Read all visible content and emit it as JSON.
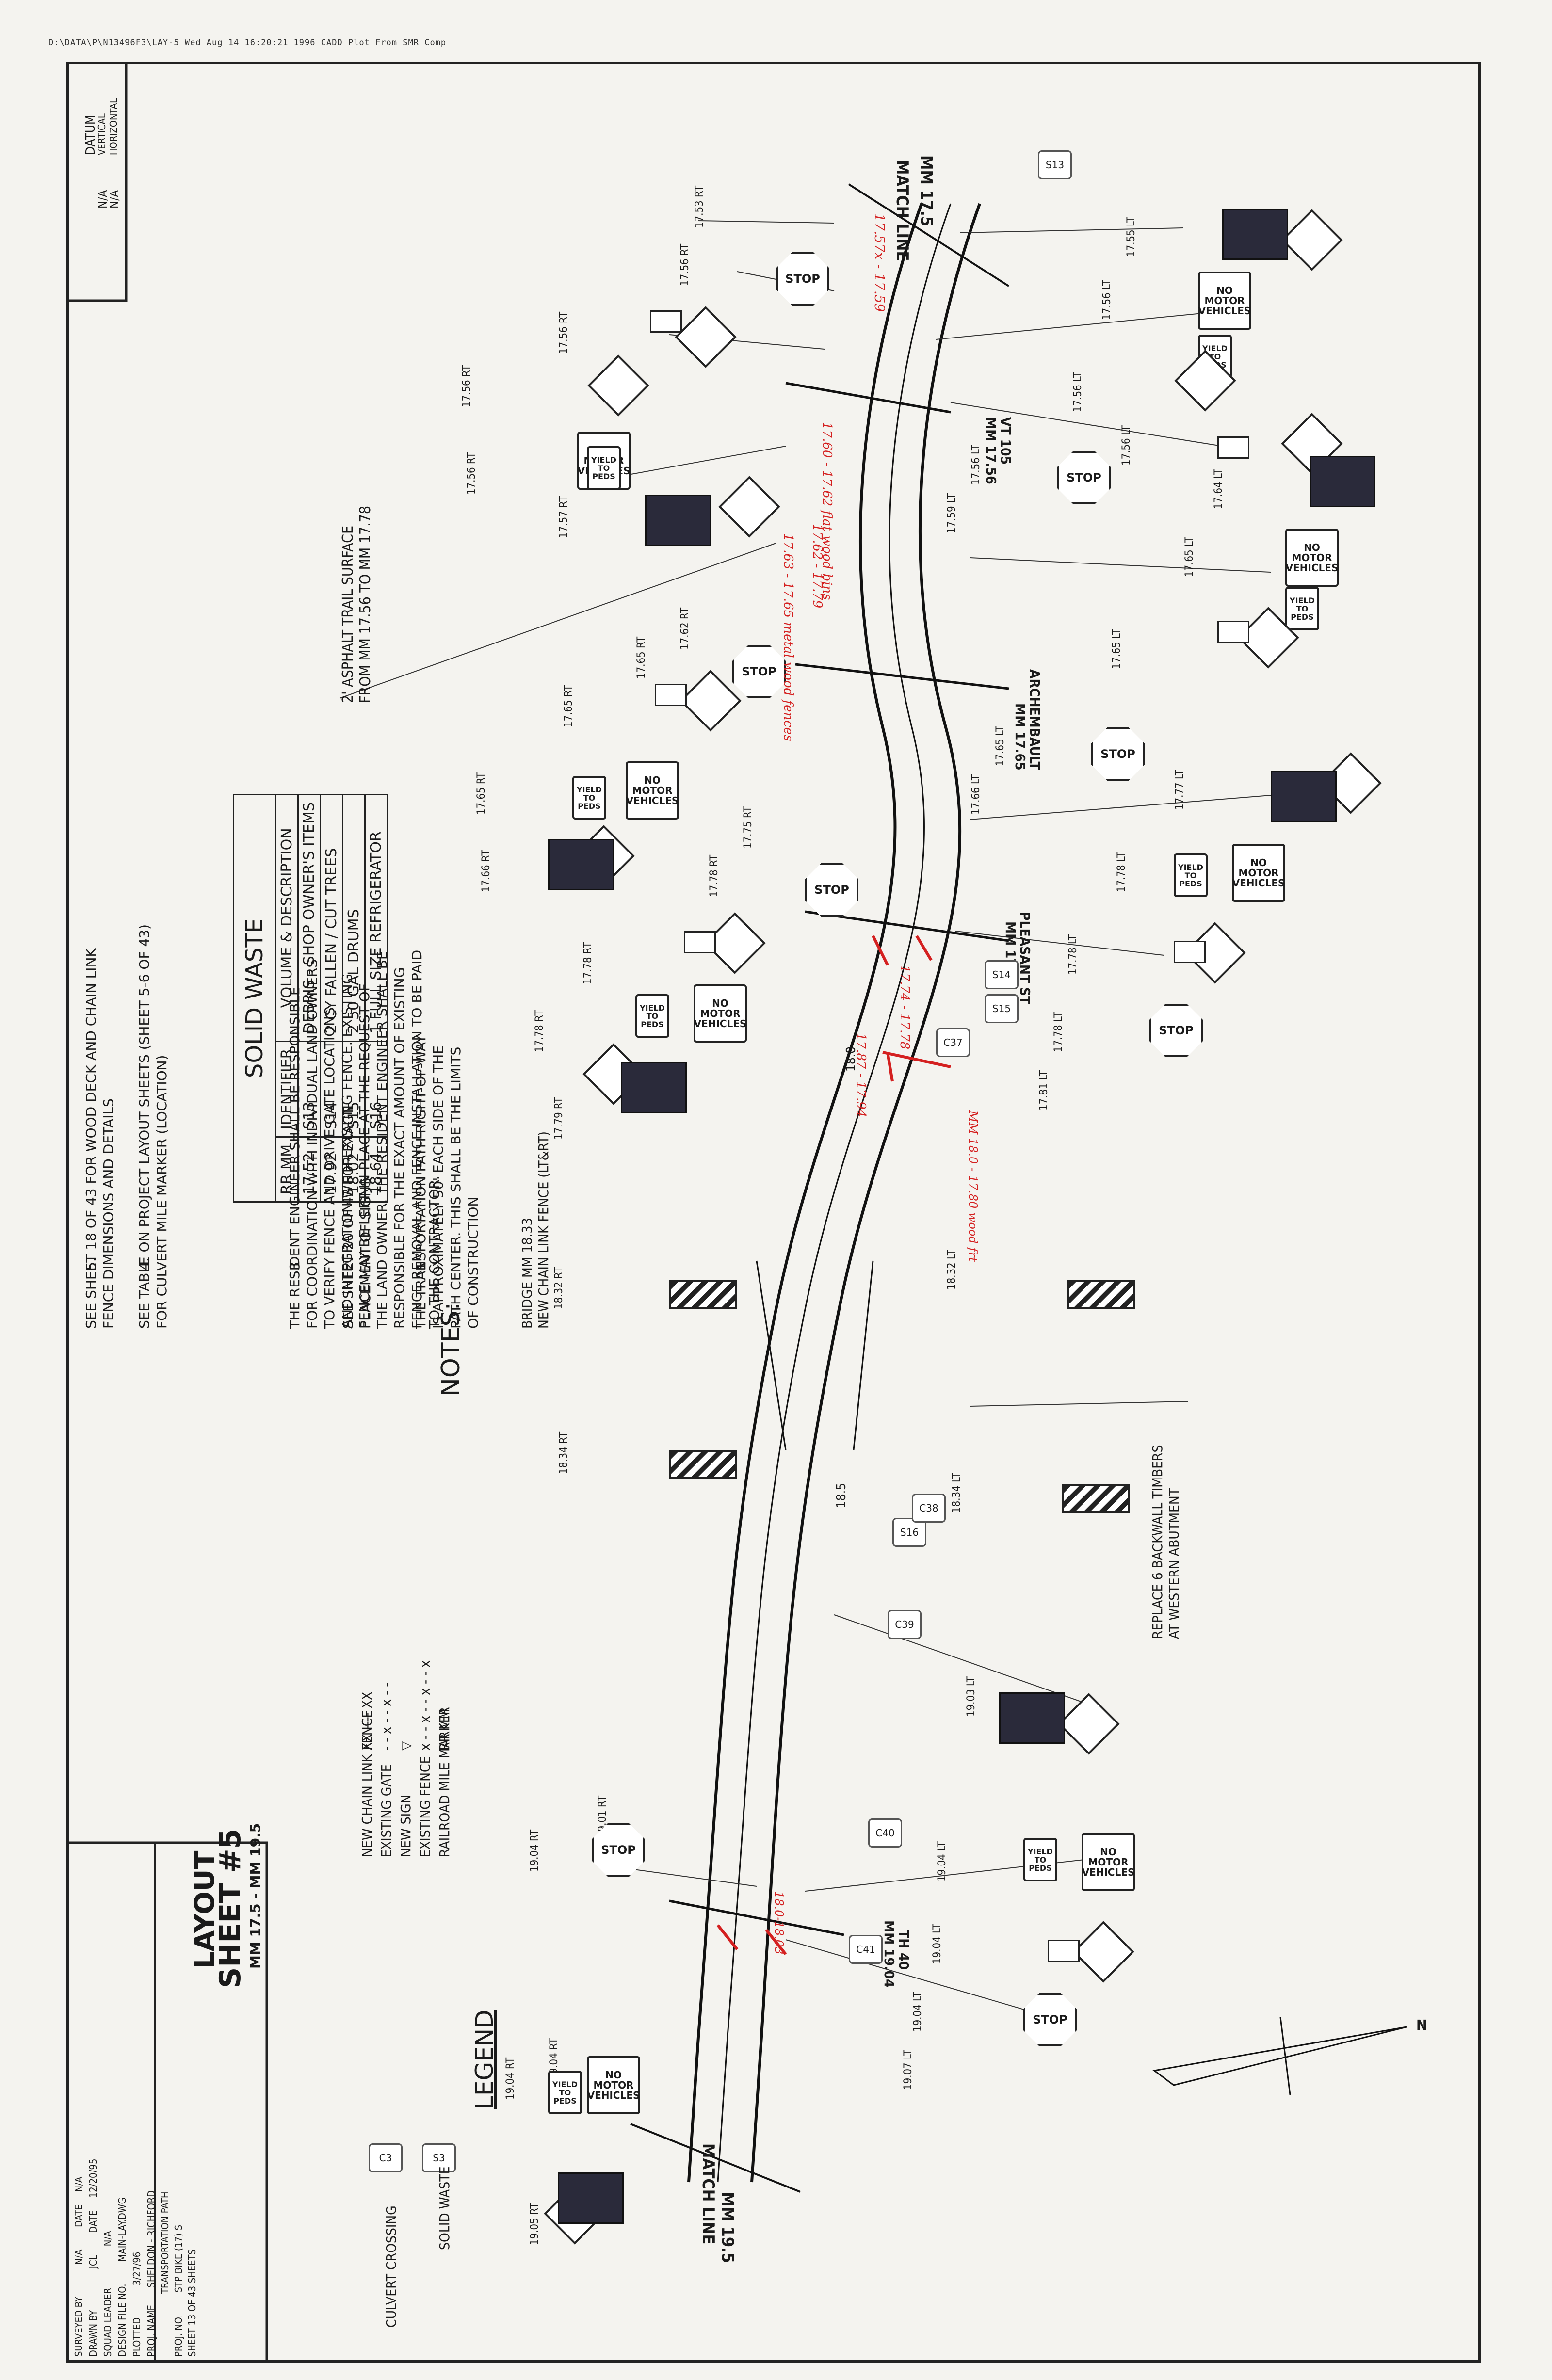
{
  "plot_header": "D:\\DATA\\P\\N13496F3\\LAY-5  Wed Aug 14 16:20:21 1996  CADD Plot From SMR Comp",
  "datum": {
    "title": "DATUM",
    "vertical_label": "VERTICAL",
    "vertical_value": "N/A",
    "horizontal_label": "HORIZONTAL",
    "horizontal_value": "N/A"
  },
  "match_lines": {
    "top": "MATCH LINE",
    "top_mm": "MM 17.5",
    "bottom": "MATCH LINE",
    "bottom_mm": "MM 19.5"
  },
  "roads": {
    "vt105": "VT 105",
    "vt105_mm": "MM 17.56",
    "archembault": "ARCHEMBAULT",
    "archembault_mm": "MM 17.65",
    "pleasant": "PLEASANT ST",
    "pleasant_mm": "MM 17.78",
    "th40": "TH 40",
    "th40_mm": "MM 19.04"
  },
  "annotations": {
    "asphalt_line1": "2' ASPHALT TRAIL SURFACE",
    "asphalt_line2": "FROM MM 17.56 TO MM 17.78",
    "bridge_line1": "BRIDGE MM 18.33",
    "bridge_line2": "NEW CHAIN LINK FENCE (LT&RT)",
    "backwall_line1": "REPLACE 6 BACKWALL TIMBERS",
    "backwall_line2": "AT WESTERN ABUTMENT",
    "trail_mm_185": "18.5",
    "trail_mm_180": "18.0",
    "north": "N"
  },
  "mm_labels": [
    "17.53 RT",
    "17.56 RT",
    "17.56 RT",
    "17.56 RT",
    "17.56 RT",
    "17.57 RT",
    "17.62 RT",
    "17.65 RT",
    "17.65 RT",
    "17.65 RT",
    "17.66 RT",
    "17.75 RT",
    "17.78 RT",
    "17.78 RT",
    "17.78 RT",
    "17.79 RT",
    "18.32 RT",
    "18.34 RT",
    "19.01 RT",
    "19.04 RT",
    "19.04 RT",
    "19.04 RT",
    "19.05 RT",
    "17.55 LT",
    "17.56 LT",
    "17.56 LT",
    "17.56 LT",
    "17.56 LT",
    "17.59 LT",
    "17.64 LT",
    "17.65 LT",
    "17.65 LT",
    "17.65 LT",
    "17.66 LT",
    "17.77 LT",
    "17.78 LT",
    "17.78 LT",
    "17.78 LT",
    "17.81 LT",
    "18.32 LT",
    "18.34 LT",
    "19.03 LT",
    "19.04 LT",
    "19.04 LT",
    "19.04 LT",
    "19.07 LT"
  ],
  "sign_text": {
    "no_motor": "NO\nMOTOR\nVEHICLES",
    "yield": "YIELD\nTO\nPEDS",
    "stop": "STOP"
  },
  "markers": [
    "S13",
    "S14",
    "S15",
    "S16",
    "C37",
    "C38",
    "C39",
    "C40",
    "C41"
  ],
  "solid_waste": {
    "title": "SOLID WASTE",
    "headers": [
      "RR MM",
      "IDENTIFIER",
      "VOLUME & DESCRIPTION"
    ],
    "rows": [
      [
        "17.52",
        "S13",
        "DEBRIS - SHOP OWNER'S ITEMS"
      ],
      [
        "17.92",
        "S14",
        "2 CY FALLEN / CUT TREES"
      ],
      [
        "18.02",
        "S15",
        "2 50 GAL DRUMS"
      ],
      [
        "18.64",
        "S16",
        "1 FULL SIZE REFRIGERATOR"
      ]
    ]
  },
  "notes": {
    "title": "NOTES:",
    "n1_num": "1.",
    "n1": "THE TRANSPORTATION PATH RIGHT-OF-WAY\nIS APPROXIMATELY 50' EACH SIDE OF THE\nPATH CENTER. THIS SHALL BE THE LIMITS\nOF CONSTRUCTION",
    "n2_num": "2.",
    "n2": "SEE SHEET 20 OF 43 FOR EXACT\nPLACEMENT OF SIGNS",
    "n3_num": "3.",
    "n3": "THE RESIDENT ENGINEER SHALL BE RESPONSIBLE\nFOR COORDINATION WITH INDIVIDUAL LAND OWNERS\nTO VERIFY FENCE AND DRIVE GATE LOCATIONS\nAND INTEGRATION WITH EXISTING FENCE. EXISTING\nFENCE MAY BE LEFT IN PLACE AT THE REQUEST OF\nTHE LAND OWNER. THE RESIDENT ENGINEER SHALL BE\nRESPONSIBLE FOR THE EXACT AMOUNT OF EXISTING\nFENCE REMOVAL AND FENCE INSTALLATION TO BE PAID\nTO THE CONTRACTOR.",
    "n4_num": "4.",
    "n4": "SEE TABLE ON PROJECT LAYOUT SHEETS (SHEET 5-6 OF 43)\nFOR CULVERT MILE MARKER (LOCATION)",
    "n5_num": "5.",
    "n5": "SEE SHEET 18 OF 43 FOR WOOD DECK AND CHAIN LINK\nFENCE DIMENSIONS AND DETAILS"
  },
  "legend": {
    "title": "LEGEND",
    "items": [
      {
        "symbol": "RR MM",
        "label": "RAILROAD MILE MARKER"
      },
      {
        "symbol": "x - - x - - x - - x",
        "label": "EXISTING FENCE"
      },
      {
        "symbol": "▽",
        "label": "NEW SIGN"
      },
      {
        "symbol": "- - x - - x - -",
        "label": "EXISTING GATE"
      },
      {
        "symbol": "XX ---- XX",
        "label": "NEW CHAIN LINK FENCE"
      }
    ],
    "s_marker": "S3",
    "s_label": "SOLID WASTE",
    "c_marker": "C3",
    "c_label": "CULVERT CROSSING"
  },
  "title_block": {
    "title": "LAYOUT",
    "sheet": "SHEET #5",
    "range": "MM 17.5 - MM 19.5",
    "rows": [
      [
        "SURVEYED BY",
        "N/A",
        "DATE",
        "N/A"
      ],
      [
        "DRAWN BY",
        "JCL",
        "DATE",
        "12/20/95"
      ],
      [
        "SQUAD LEADER",
        "N/A",
        "",
        ""
      ],
      [
        "DESIGN FILE NO.",
        "MAIN-LAY.DWG",
        "",
        ""
      ],
      [
        "PLOTTED",
        "3/27/96",
        "",
        ""
      ],
      [
        "PROJ. NAME",
        "SHELDON - RICHFORD",
        "TRANSPORTATION PATH",
        ""
      ],
      [
        "PROJ. NO.",
        "STP BIKE (17) S",
        "",
        ""
      ],
      [
        "SHEET 13 OF 43 SHEETS",
        "",
        "",
        ""
      ]
    ]
  },
  "redlines": [
    "17.57x - 17.59",
    "17.60 - 17.62 flat wood bins",
    "17.62 - 17.79",
    "17.63 - 17.65 metal wood fences",
    "17.74 - 17.78",
    "17.87 - 17.94",
    "MM 18.0 - 17.80 wood frt",
    "18.0-18.03"
  ]
}
